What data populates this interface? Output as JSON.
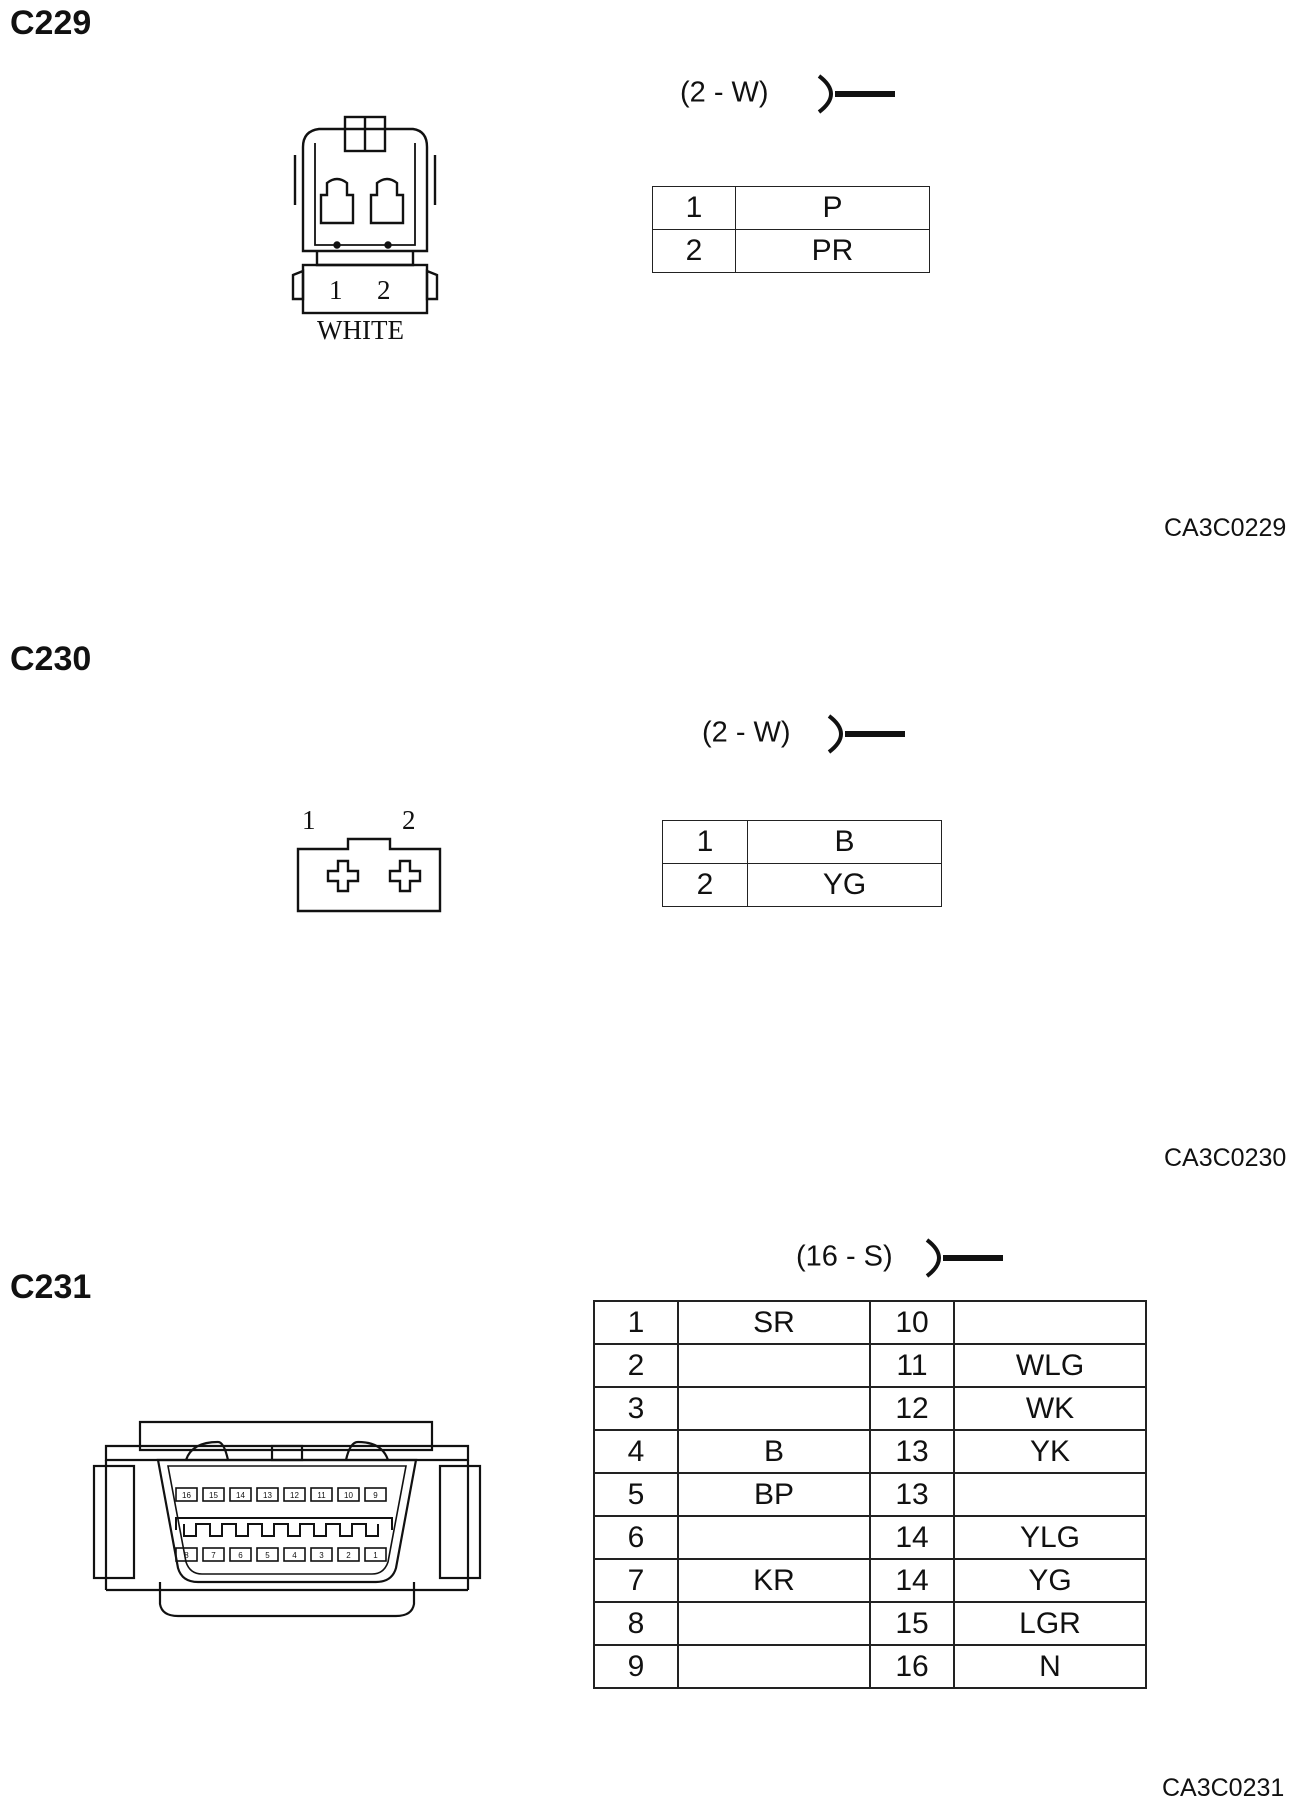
{
  "sections": [
    {
      "id": "C229",
      "title": "C229",
      "spec": "(2  -  W)",
      "connector_pin_labels": [
        "1",
        "2"
      ],
      "connector_color_label": "WHITE",
      "pins": [
        {
          "pin": "1",
          "wire": "P"
        },
        {
          "pin": "2",
          "wire": "PR"
        }
      ],
      "figure_code": "CA3C0229"
    },
    {
      "id": "C230",
      "title": "C230",
      "spec": "(2  -  W)",
      "connector_pin_labels": [
        "1",
        "2"
      ],
      "pins": [
        {
          "pin": "1",
          "wire": "B"
        },
        {
          "pin": "2",
          "wire": "YG"
        }
      ],
      "figure_code": "CA3C0230"
    },
    {
      "id": "C231",
      "title": "C231",
      "spec": "(16  -  S)",
      "connector_top_row_labels": [
        "16",
        "15",
        "14",
        "13",
        "12",
        "11",
        "10",
        "9"
      ],
      "connector_bottom_row_labels": [
        "8",
        "7",
        "6",
        "5",
        "4",
        "3",
        "2",
        "1"
      ],
      "pin_rows": [
        {
          "left_pin": "1",
          "left_wire": "SR",
          "right_pin": "10",
          "right_wire": ""
        },
        {
          "left_pin": "2",
          "left_wire": "",
          "right_pin": "11",
          "right_wire": "WLG"
        },
        {
          "left_pin": "3",
          "left_wire": "",
          "right_pin": "12",
          "right_wire": "WK"
        },
        {
          "left_pin": "4",
          "left_wire": "B",
          "right_pin": "13",
          "right_wire": "YK"
        },
        {
          "left_pin": "5",
          "left_wire": "BP",
          "right_pin": "13",
          "right_wire": ""
        },
        {
          "left_pin": "6",
          "left_wire": "",
          "right_pin": "14",
          "right_wire": "YLG"
        },
        {
          "left_pin": "7",
          "left_wire": "KR",
          "right_pin": "14",
          "right_wire": "YG"
        },
        {
          "left_pin": "8",
          "left_wire": "",
          "right_pin": "15",
          "right_wire": "LGR"
        },
        {
          "left_pin": "9",
          "left_wire": "",
          "right_pin": "16",
          "right_wire": "N"
        }
      ],
      "figure_code": "CA3C0231"
    }
  ]
}
